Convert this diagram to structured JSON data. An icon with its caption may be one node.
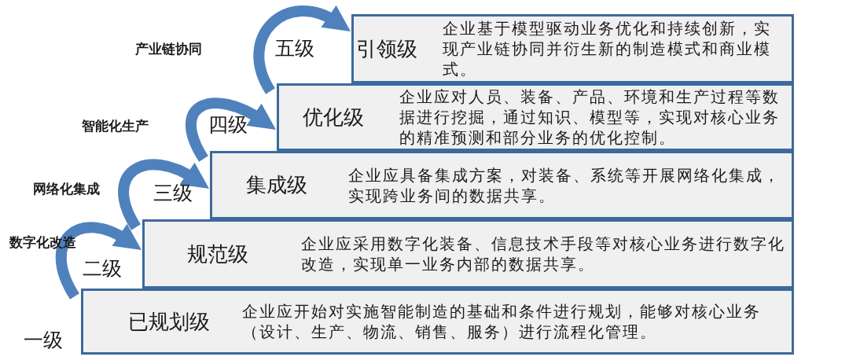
{
  "diagram": {
    "nodes": [
      {
        "text": [
          "已规划级",
          "企业应开始对实施智能制造的基础和条件进行规划，能够对核心业务（设计、生产、物流、销售、服务）进行流程化管理。"
        ]
      },
      {
        "text": [
          "规范级",
          "企业应采用数字化装备、信息技术手段等对核心业务进行数字化改造，实现单一业务内部的数据共享。"
        ]
      },
      {
        "text": [
          "集成级",
          "企业应具备集成方案，对装备、系统等开展网络化集成，实现跨业务间的数据共享。"
        ]
      },
      {
        "text": [
          "优化级",
          "企业应对人员、装备、产品、环境和生产过程等数据进行挖掘，通过知识、模型等，实现对核心业务的精准预测和部分业务的优化控制。"
        ]
      },
      {
        "text": [
          "引领级",
          "企业基于模型驱动业务优化和持续创新，实现产业链协同并衍生新的制造模式和商业模式。"
        ]
      }
    ],
    "edges": [
      {
        "from": 0,
        "to": 1,
        "arrow": "to",
        "label": "数字化改造"
      },
      {
        "from": 1,
        "to": 2,
        "arrow": "to",
        "label": "网络化集成"
      },
      {
        "from": 2,
        "to": 3,
        "arrow": "to",
        "label": "智能化生产"
      },
      {
        "from": 3,
        "to": 4,
        "arrow": "to",
        "label": "产业链协同"
      }
    ],
    "labels": [
      "五级",
      "四级",
      "三级",
      "二级",
      "一级"
    ]
  }
}
